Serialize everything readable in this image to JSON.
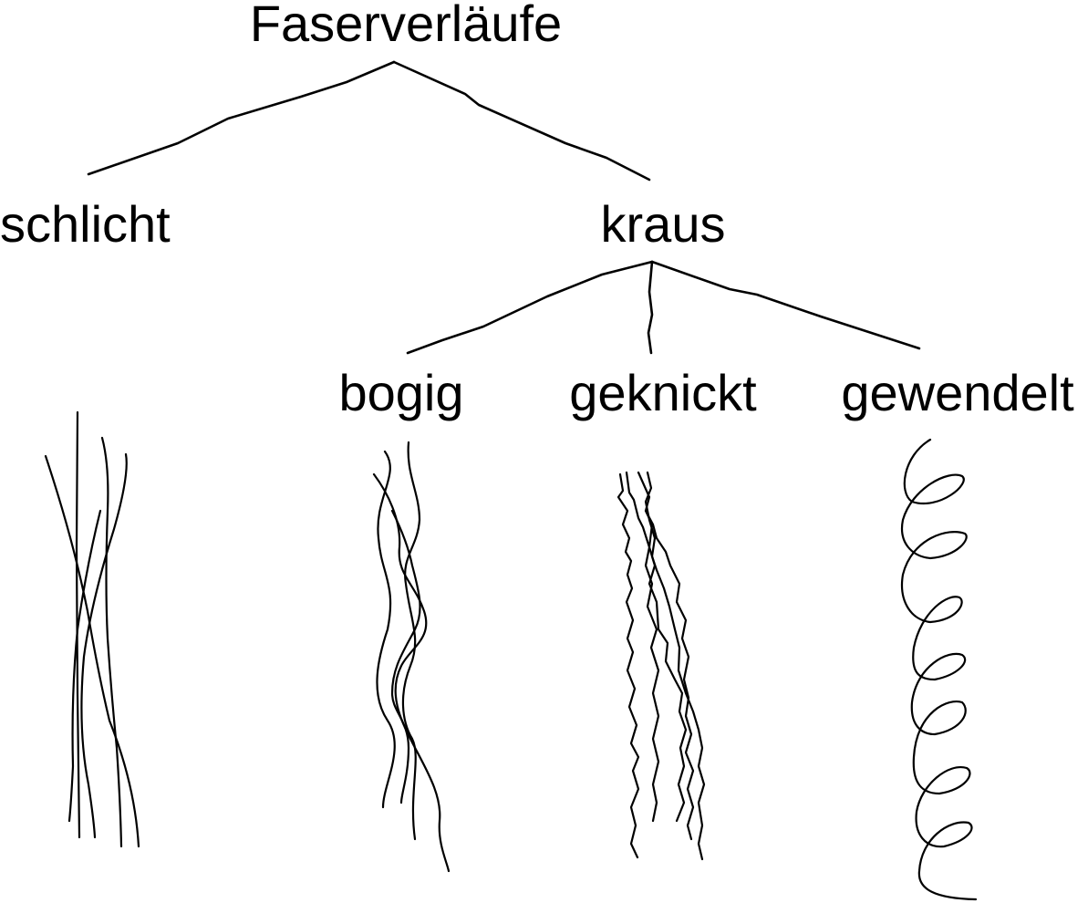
{
  "root": {
    "label": "Faserverläufe"
  },
  "level1": {
    "smooth": "schlicht",
    "crimped": "kraus"
  },
  "level2": {
    "arched": "bogig",
    "kinked": "geknickt",
    "helical": "gewendelt"
  }
}
